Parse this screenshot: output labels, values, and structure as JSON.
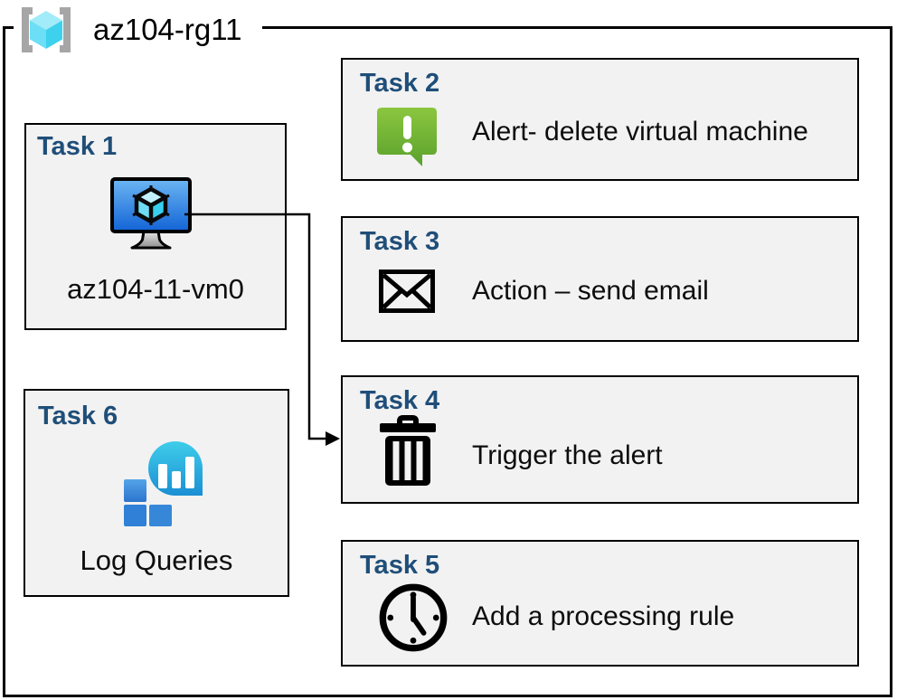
{
  "header": {
    "label": "az104-rg11",
    "icon": "resource-group-icon"
  },
  "colors": {
    "task_title_blue": "#1f4e79",
    "box_background": "#f2f2f2",
    "box_border": "#000000",
    "outer_border": "#000000",
    "body_text": "#0d0d0d",
    "alert_green_top": "#8bc63f",
    "alert_green_bottom": "#5aa12c",
    "vm_screen_blue_top": "#6cb6f2",
    "vm_screen_blue_bottom": "#1263d6",
    "log_bubble_teal_top": "#3fcdea",
    "log_bubble_teal_bottom": "#1b8fd4",
    "log_square_blue": "#3787d9",
    "rg_bracket_gray": "#a6a6a6",
    "rg_cube_top": "#a2ebf8",
    "rg_cube_left": "#6cdef5",
    "rg_cube_right": "#3dd1ee"
  },
  "tasks": {
    "task1": {
      "title": "Task 1",
      "label": "az104-11-vm0",
      "icon": "virtual-machine-icon"
    },
    "task2": {
      "title": "Task 2",
      "label": "Alert- delete virtual machine",
      "icon": "alert-icon"
    },
    "task3": {
      "title": "Task 3",
      "label": "Action – send email",
      "icon": "email-icon"
    },
    "task4": {
      "title": "Task 4",
      "label": "Trigger the alert",
      "icon": "trash-icon"
    },
    "task5": {
      "title": "Task 5",
      "label": "Add a processing rule",
      "icon": "clock-icon"
    },
    "task6": {
      "title": "Task 6",
      "label": "Log Queries",
      "icon": "log-queries-icon"
    }
  },
  "connector": {
    "from": "Task 1 (az104-11-vm0)",
    "to": "Task 4 (Trigger the alert)",
    "style": "elbow-arrow"
  }
}
